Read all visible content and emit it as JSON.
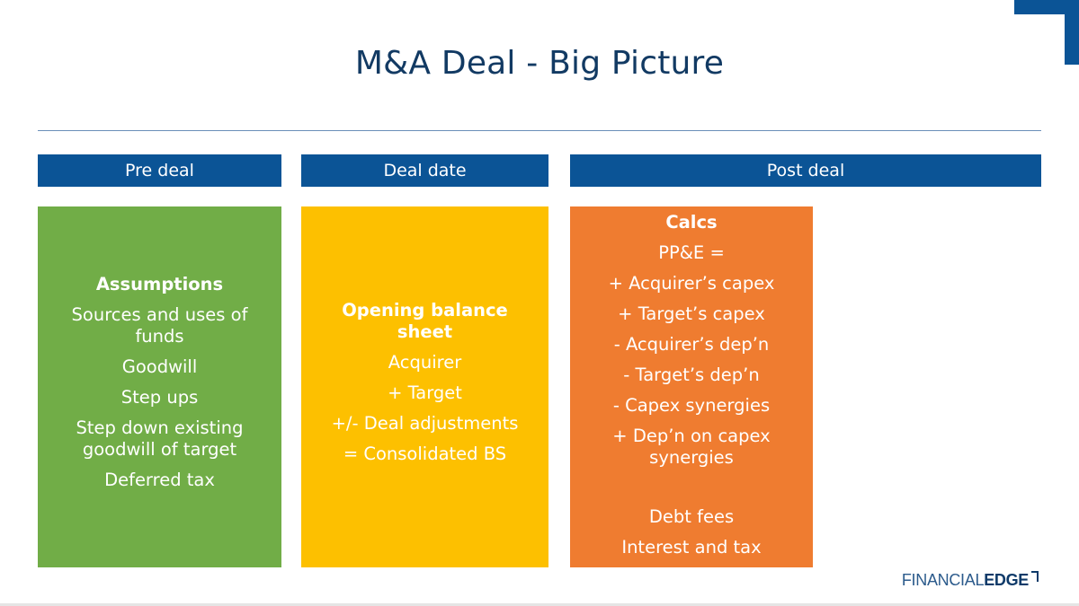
{
  "slide": {
    "title": "M&A Deal - Big Picture"
  },
  "columns": [
    {
      "header": "Pre deal",
      "heading": "Assumptions",
      "lines": [
        "Sources and uses of funds",
        "Goodwill",
        "Step ups",
        "Step down existing goodwill of target",
        "Deferred tax"
      ]
    },
    {
      "header": "Deal date",
      "heading": "Opening balance sheet",
      "lines": [
        "Acquirer",
        "+ Target",
        "+/- Deal adjustments",
        "= Consolidated BS"
      ]
    },
    {
      "header": "Post deal",
      "heading": "Calcs",
      "lines": [
        "PP&E =",
        "+ Acquirer’s capex",
        "+ Target’s capex",
        "- Acquirer’s dep’n",
        "- Target’s dep’n",
        "- Capex synergies",
        "+ Dep’n on capex synergies"
      ],
      "lines_after_gap": [
        "Debt fees",
        "Interest and tax"
      ]
    }
  ],
  "logo": {
    "part1": "FINANCIAL",
    "part2": "EDGE"
  },
  "colors": {
    "header_blue": "#0b5496",
    "green": "#71ad47",
    "yellow": "#fdc000",
    "orange": "#ef7c30",
    "title": "#123a63"
  }
}
